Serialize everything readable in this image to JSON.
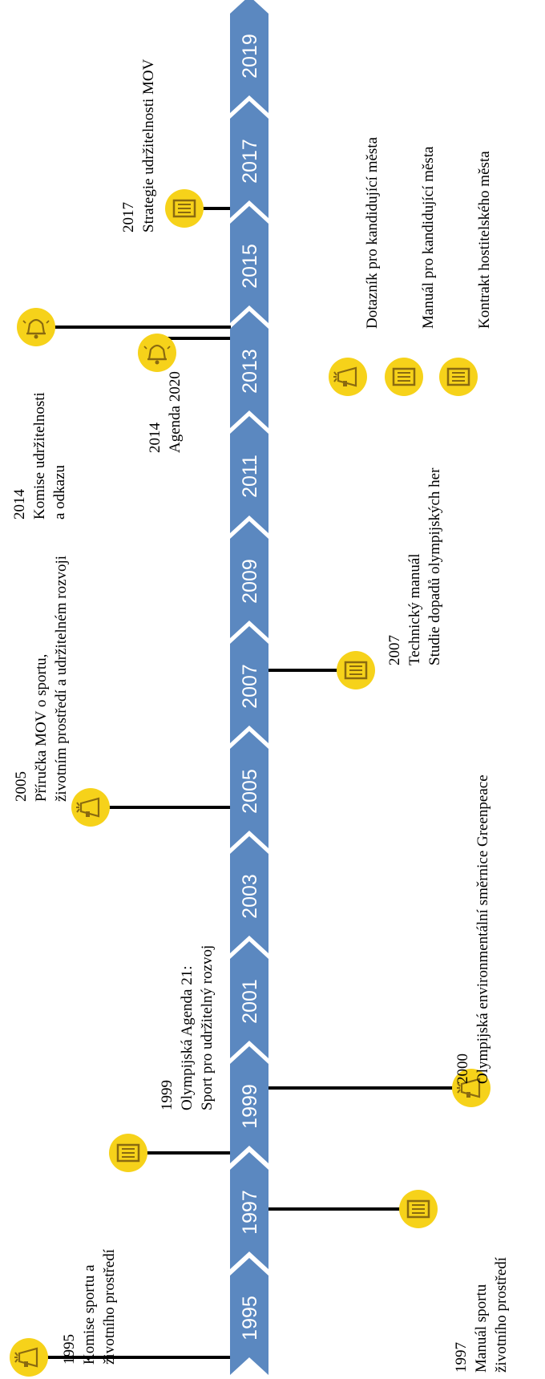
{
  "timeline": {
    "years": [
      "1995",
      "1997",
      "1999",
      "2001",
      "2003",
      "2005",
      "2007",
      "2009",
      "2011",
      "2013",
      "2015",
      "2017",
      "2019"
    ],
    "colors": {
      "arrow": "#5b88c0",
      "icon": "#f6d21a",
      "icon_detail": "#8a6a10",
      "line": "#000000"
    }
  },
  "events": [
    {
      "id": "e1995",
      "lines": [
        "1995",
        "Komise sportu a",
        "životního prostředí"
      ],
      "icon": "megaphone-icon"
    },
    {
      "id": "e1997",
      "lines": [
        "1997",
        "Manuál sportu",
        "životního prostředí"
      ],
      "icon": "document-icon"
    },
    {
      "id": "e1999",
      "lines": [
        "1999",
        "Olympijská Agenda 21:",
        "Sport pro udržitelný rozvoj"
      ],
      "icon": "document-icon"
    },
    {
      "id": "e2000",
      "lines": [
        "2000",
        "Olympijská environmentální směrnice Greenpeace"
      ],
      "icon": "megaphone-icon"
    },
    {
      "id": "e2005",
      "lines": [
        "2005",
        "Příručka MOV o sportu,",
        "životním prostředí a udržitelném rozvoji"
      ],
      "icon": "megaphone-icon"
    },
    {
      "id": "e2007",
      "lines": [
        "2007",
        "Technický manuál",
        "Studie dopadů olympijských her"
      ],
      "icon": "document-icon"
    },
    {
      "id": "e2014a",
      "lines": [
        "2014",
        "Komise udržitelnosti",
        "a odkazu"
      ],
      "icon": "bell-icon"
    },
    {
      "id": "e2014b",
      "lines": [
        "2014",
        "Agenda 2020"
      ],
      "icon": "bell-icon"
    },
    {
      "id": "e2017",
      "lines": [
        "2017",
        "Strategie udržitelnosti MOV"
      ],
      "icon": "document-icon"
    }
  ],
  "legend": [
    {
      "label": "Dotazník pro kandidující města",
      "icon": "megaphone-icon"
    },
    {
      "label": "Manuál pro kandidující města",
      "icon": "document-icon"
    },
    {
      "label": "Kontrakt hostitelského města",
      "icon": "document-icon"
    }
  ]
}
